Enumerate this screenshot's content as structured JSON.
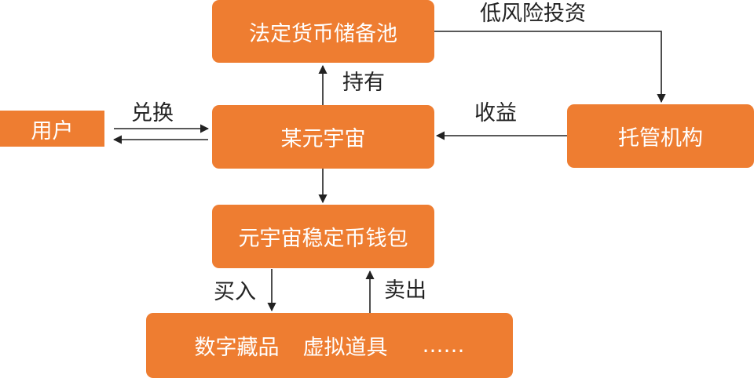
{
  "nodes": {
    "reserve_pool": "法定货币储备池",
    "metaverse": "某元宇宙",
    "custodian": "托管机构",
    "user": "用户",
    "wallet": "元宇宙稳定币钱包",
    "assets": {
      "item1": "数字藏品",
      "item2": "虚拟道具",
      "item3": "……"
    }
  },
  "edges": {
    "low_risk_invest": "低风险投资",
    "hold": "持有",
    "exchange": "兑换",
    "revenue": "收益",
    "buy": "买入",
    "sell": "卖出"
  },
  "colors": {
    "box_fill": "#ee7d31",
    "box_text": "#ffffff",
    "line": "#222222"
  }
}
